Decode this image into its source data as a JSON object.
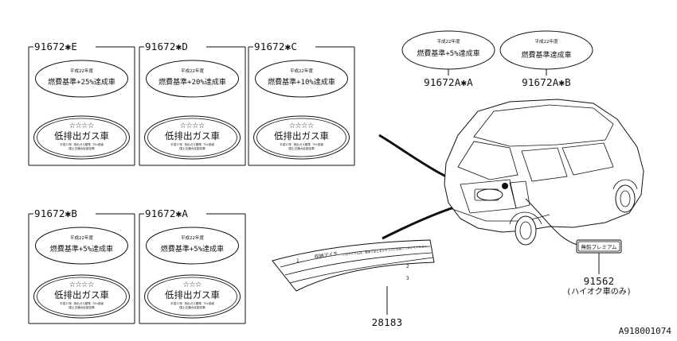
{
  "panels": [
    {
      "part_no": "91672✱E",
      "year": "平成22年度",
      "standard": "燃費基準+25%達成車"
    },
    {
      "part_no": "91672✱D",
      "year": "平成22年度",
      "standard": "燃費基準+20%達成車"
    },
    {
      "part_no": "91672✱C",
      "year": "平成22年度",
      "standard": "燃費基準+10%達成車"
    },
    {
      "part_no": "91672✱B",
      "year": "平成22年度",
      "standard": "燃費基準+5%達成車"
    },
    {
      "part_no": "91672✱A",
      "year": "平成22年度",
      "standard": "燃費基準+5%達成車"
    }
  ],
  "low_emission": {
    "stars4": "☆☆☆☆",
    "stars3": "☆☆☆",
    "label": "低排出ガス車",
    "fine_line1": "平成17年 排出ガス基準 75%低減",
    "fine_line2": "国土交通大臣認定車"
  },
  "labels_a": [
    {
      "part_no": "91672A✱A",
      "year": "平成22年度",
      "standard": "燃費基準+5%達成車"
    },
    {
      "part_no": "91672A✱B",
      "year": "平成22年度",
      "standard": "燃費基準達成車"
    }
  ],
  "premium": {
    "badge": "無鉛プレミアム",
    "part_no": "91562",
    "note": "(ハイオク車のみ)"
  },
  "strip": {
    "part_no": "28183",
    "title": "収納アイテ",
    "text": "このアイテムは、車体でまとまらすコスにお取しておいてください",
    "marks": [
      "1",
      "2",
      "3"
    ]
  },
  "diagram_id": "A918001074"
}
